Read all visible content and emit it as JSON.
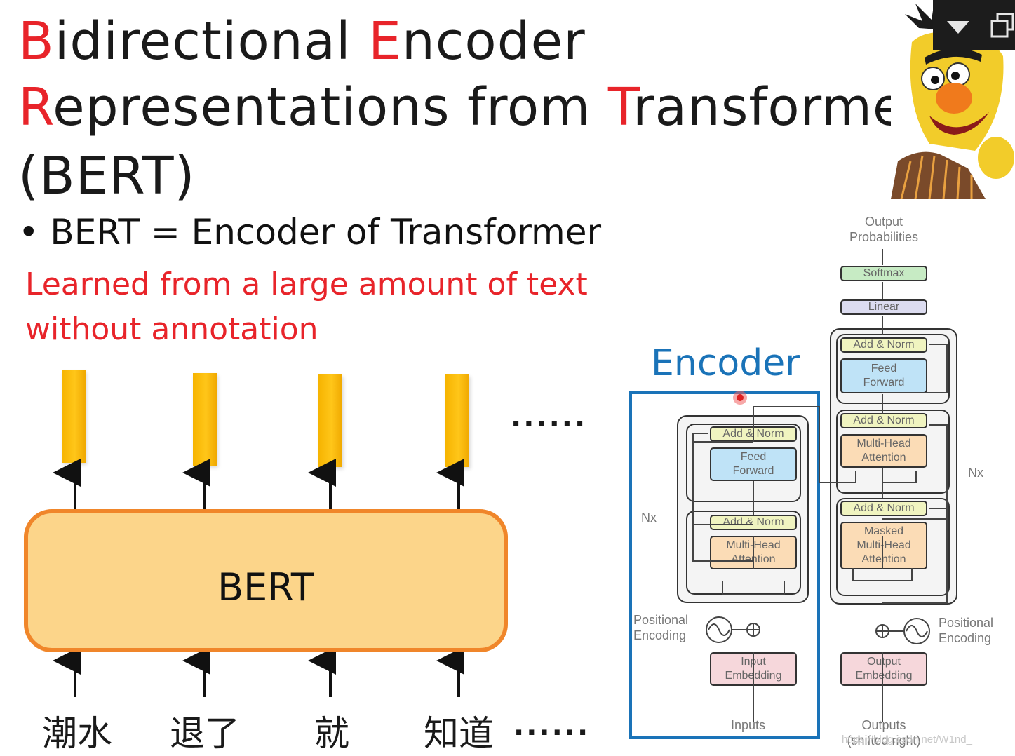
{
  "title": {
    "line1": [
      {
        "text": "B",
        "hl": true
      },
      {
        "text": "idirectional ",
        "hl": false
      },
      {
        "text": "E",
        "hl": true
      },
      {
        "text": "ncoder",
        "hl": false
      }
    ],
    "line2": [
      {
        "text": "R",
        "hl": true
      },
      {
        "text": "epresentations from ",
        "hl": false
      },
      {
        "text": "T",
        "hl": true
      },
      {
        "text": "ransformers",
        "hl": false
      }
    ],
    "line3": "(BERT)"
  },
  "bullet": "• BERT =  Encoder of Transformer",
  "note_line1": "Learned from a large amount of text",
  "note_line2": "without annotation",
  "bert_label": "BERT",
  "tokens": [
    "潮水",
    "退了",
    "就",
    "知道"
  ],
  "ellipsis": "......",
  "encoder_label": "Encoder",
  "diagram": {
    "output_probs": "Output\nProbabilities",
    "softmax": "Softmax",
    "linear": "Linear",
    "add_norm": "Add & Norm",
    "feed_forward": "Feed\nForward",
    "multi_head": "Multi-Head\nAttention",
    "masked_multi_head": "Masked\nMulti-Head\nAttention",
    "nx": "Nx",
    "positional_encoding": "Positional\nEncoding",
    "input_embedding": "Input\nEmbedding",
    "output_embedding": "Output\nEmbedding",
    "inputs": "Inputs",
    "outputs": "Outputs\n(shifted right)",
    "watermark": "https://blog.csdn.net/W1nd_"
  },
  "colors": {
    "highlight": "#e8242a",
    "encoder_blue": "#1a73b8",
    "bert_fill": "#fcd58a",
    "bert_border": "#f0862a",
    "vector": "#ffc619"
  },
  "icons": [
    "chevron-down-icon",
    "restore-window-icon",
    "bert-muppet-image"
  ]
}
